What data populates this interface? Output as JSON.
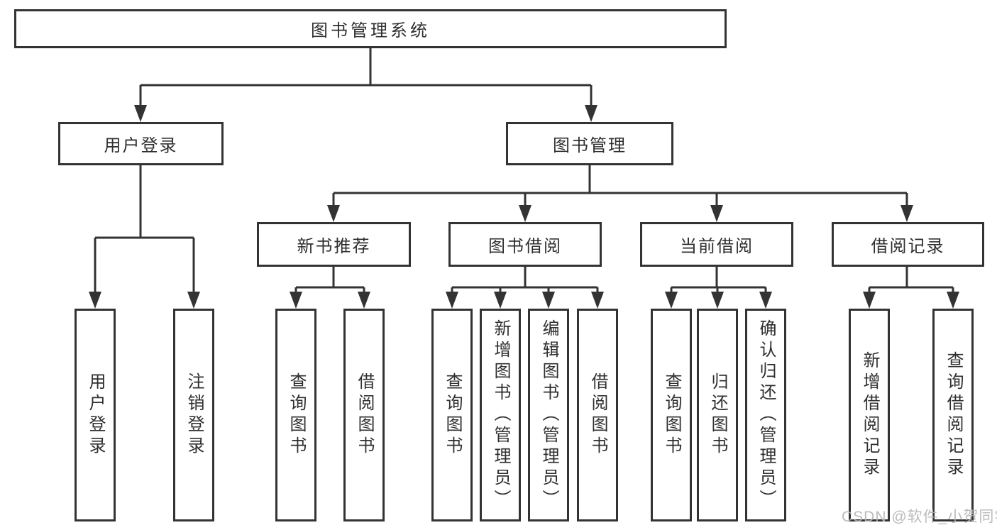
{
  "tree": {
    "label": "图书管理系统",
    "children": [
      {
        "label": "用户登录",
        "children": [
          {
            "label": "用户登录"
          },
          {
            "label": "注销登录"
          }
        ]
      },
      {
        "label": "图书管理",
        "children": [
          {
            "label": "新书推荐",
            "children": [
              {
                "label": "查询图书"
              },
              {
                "label": "借阅图书"
              }
            ]
          },
          {
            "label": "图书借阅",
            "children": [
              {
                "label": "查询图书"
              },
              {
                "label": "新增图书（管理员）"
              },
              {
                "label": "编辑图书（管理员）"
              },
              {
                "label": "借阅图书"
              }
            ]
          },
          {
            "label": "当前借阅",
            "children": [
              {
                "label": "查询图书"
              },
              {
                "label": "归还图书"
              },
              {
                "label": "确认归还（管理员）"
              }
            ]
          },
          {
            "label": "借阅记录",
            "children": [
              {
                "label": "新增借阅记录"
              },
              {
                "label": "查询借阅记录"
              }
            ]
          }
        ]
      }
    ]
  },
  "watermark": {
    "text": "CSDN @软件_小贺同学"
  },
  "colors": {
    "background": "#ffffff",
    "line": "#333333",
    "box_border": "#333333",
    "box_fill": "#ffffff",
    "text": "#2f2f2f",
    "watermark": "#b4b4b4"
  }
}
